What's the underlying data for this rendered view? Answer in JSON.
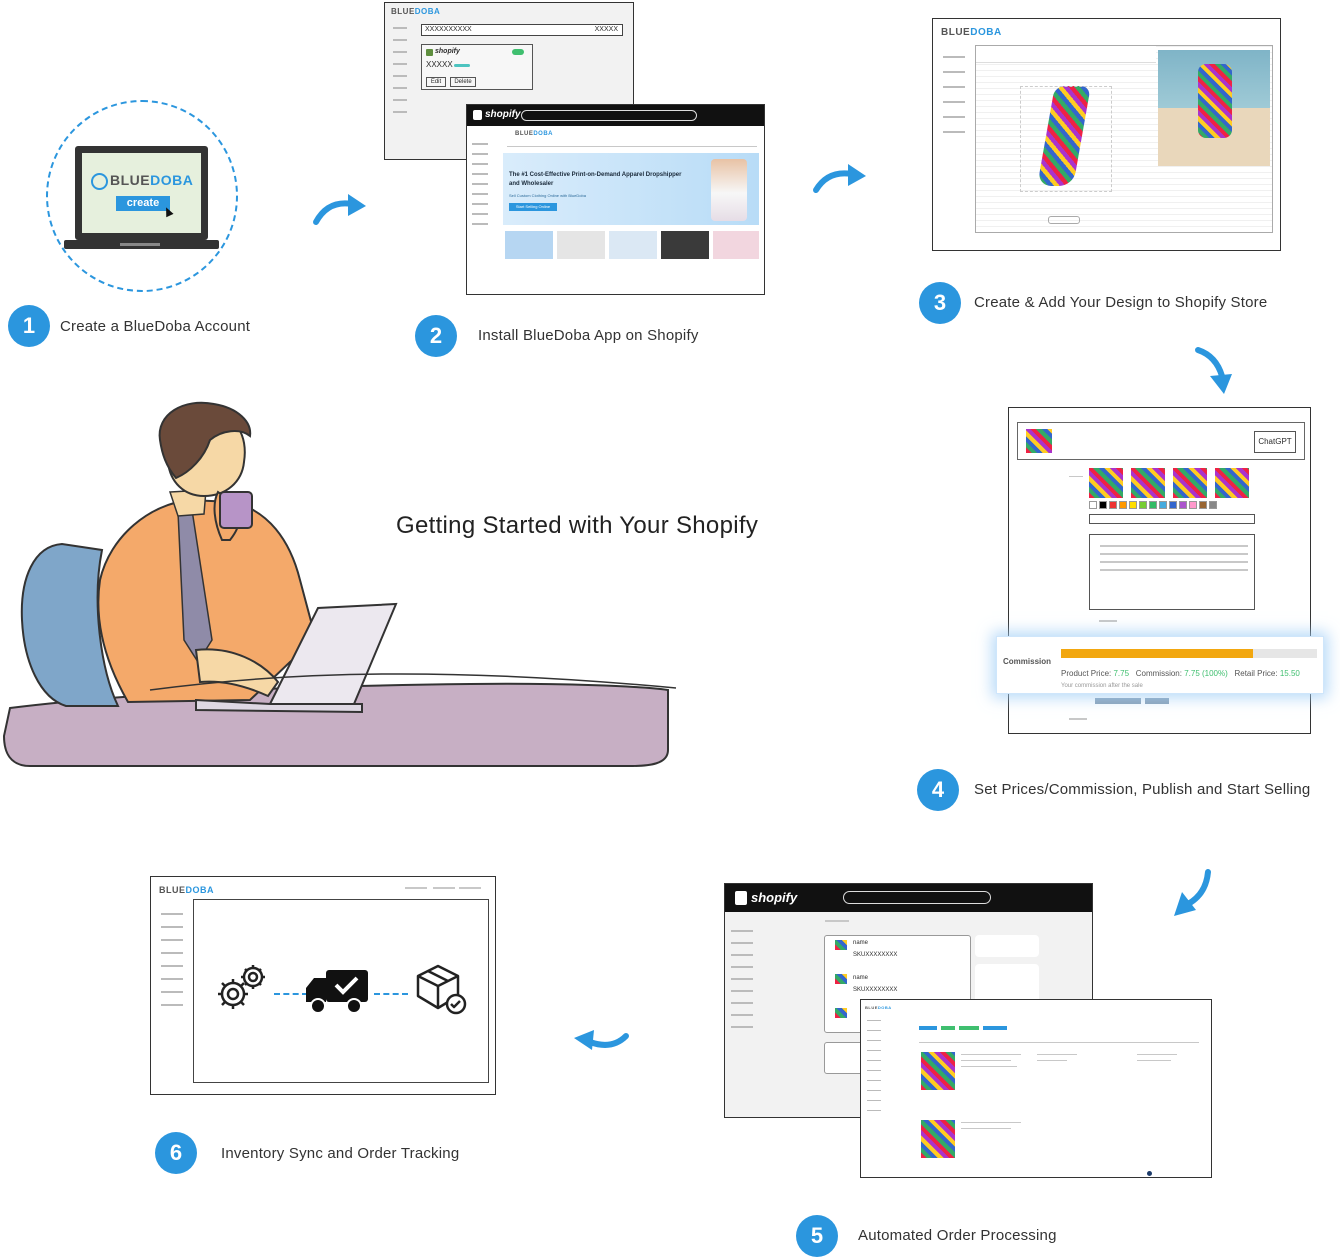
{
  "title": "Getting Started with Your Shopify",
  "steps": [
    {
      "number": "1",
      "label": "Create a BlueDoba Account"
    },
    {
      "number": "2",
      "label": "Install BlueDoba App on Shopify"
    },
    {
      "number": "3",
      "label": "Create & Add Your Design to Shopify Store"
    },
    {
      "number": "4",
      "label": "Set Prices/Commission, Publish and Start Selling"
    },
    {
      "number": "5",
      "label": "Automated Order Processing"
    },
    {
      "number": "6",
      "label": "Inventory Sync and Order Tracking"
    }
  ],
  "brand": {
    "part1": "BLUE",
    "part2": "DOBA"
  },
  "shopify_brand": "shopify",
  "step1": {
    "button": "create"
  },
  "step2": {
    "field_text": "XXXXXXXXXX",
    "field_right": "XXXXX",
    "card_text": "XXXXX",
    "edit_label": "Edit",
    "delete_label": "Delete",
    "hero_title": "The #1 Cost-Effective Print-on-Demand Apparel Dropshipper and Wholesaler",
    "hero_sub": "Sell Custom Clothing Online with BlueDoba",
    "hero_button": "Start Selling Online"
  },
  "step4": {
    "chatgpt": "ChatGPT",
    "commission_label": "Commission",
    "product_price_label": "Product Price:",
    "product_price": "7.75",
    "commission_text": "Commission:",
    "commission_value": "7.75 (100%)",
    "retail_label": "Retail Price:",
    "retail_price": "15.50",
    "note": "Your commission after the sale",
    "commission_fill": 0.75
  },
  "step5": {
    "item_name": "name",
    "item_sku": "SKUXXXXXXXX"
  },
  "colors": {
    "accent": "#2b96de",
    "commission_bar": "#f2a70f",
    "desk": "#c7afc4",
    "shirt": "#f4a96a"
  }
}
